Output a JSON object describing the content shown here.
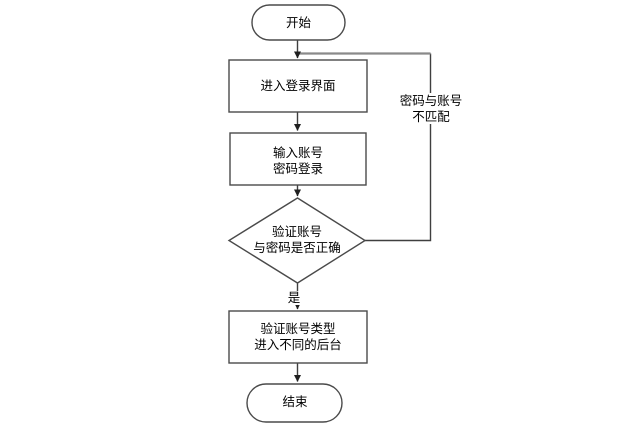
{
  "flowchart": {
    "colors": {
      "background": "#ffffff",
      "shape_border": "#4a4a4a",
      "flow_line": "#3f3f3f",
      "feedback_line": "#8a8a8a",
      "text": "#000000"
    },
    "nodes": {
      "start": {
        "shape": "terminator",
        "label": "开始"
      },
      "enter_login": {
        "shape": "process",
        "label": "进入登录界面"
      },
      "input_credentials": {
        "shape": "process",
        "line1": "输入账号",
        "line2": "密码登录"
      },
      "verify_credentials": {
        "shape": "decision",
        "line1": "验证账号",
        "line2": "与密码是否正确"
      },
      "route_backend": {
        "shape": "process",
        "line1": "验证账号类型",
        "line2": "进入不同的后台"
      },
      "end": {
        "shape": "terminator",
        "label": "结束"
      }
    },
    "edge_labels": {
      "yes": "是",
      "no_line1": "密码与账号",
      "no_line2": "不匹配"
    }
  }
}
